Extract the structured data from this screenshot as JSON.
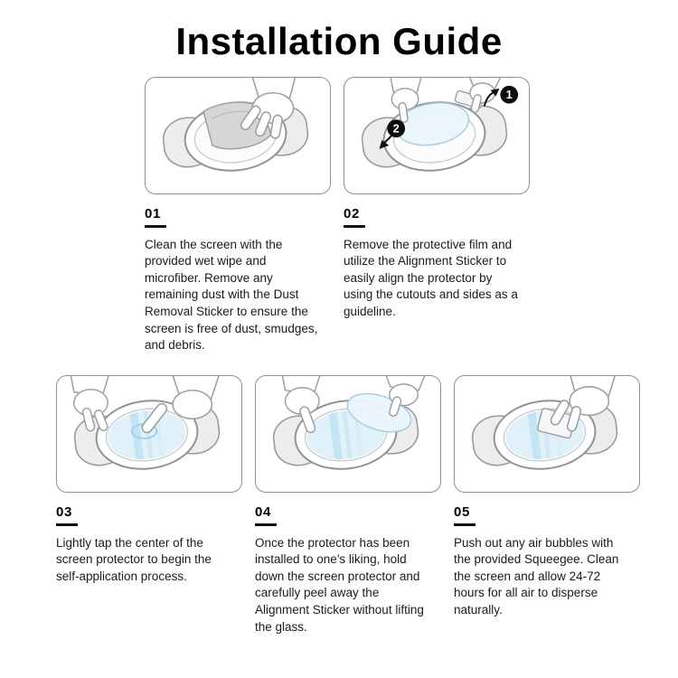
{
  "title": "Installation Guide",
  "steps": [
    {
      "number": "01",
      "text": "Clean the screen with the provided wet wipe and microfiber. Remove any remaining dust with the Dust Removal Sticker to ensure the screen is free of dust, smudges, and debris."
    },
    {
      "number": "02",
      "text": "Remove the protective film and utilize the Alignment Sticker to easily align the protector by using the cutouts and sides as a guideline."
    },
    {
      "number": "03",
      "text": "Lightly tap the center of the screen protector to begin the self-application process."
    },
    {
      "number": "04",
      "text": "Once the protector has been installed to one's liking, hold down the screen protector and carefully peel away the Alignment Sticker without lifting the glass."
    },
    {
      "number": "05",
      "text": "Push out any air bubbles with the provided Squeegee. Clean the screen and allow 24-72 hours for all air to disperse naturally."
    }
  ],
  "markers": {
    "m1": "1",
    "m2": "2"
  },
  "colors": {
    "film": "#def0fa",
    "outline": "#9aa0a6",
    "ink": "#111111"
  }
}
